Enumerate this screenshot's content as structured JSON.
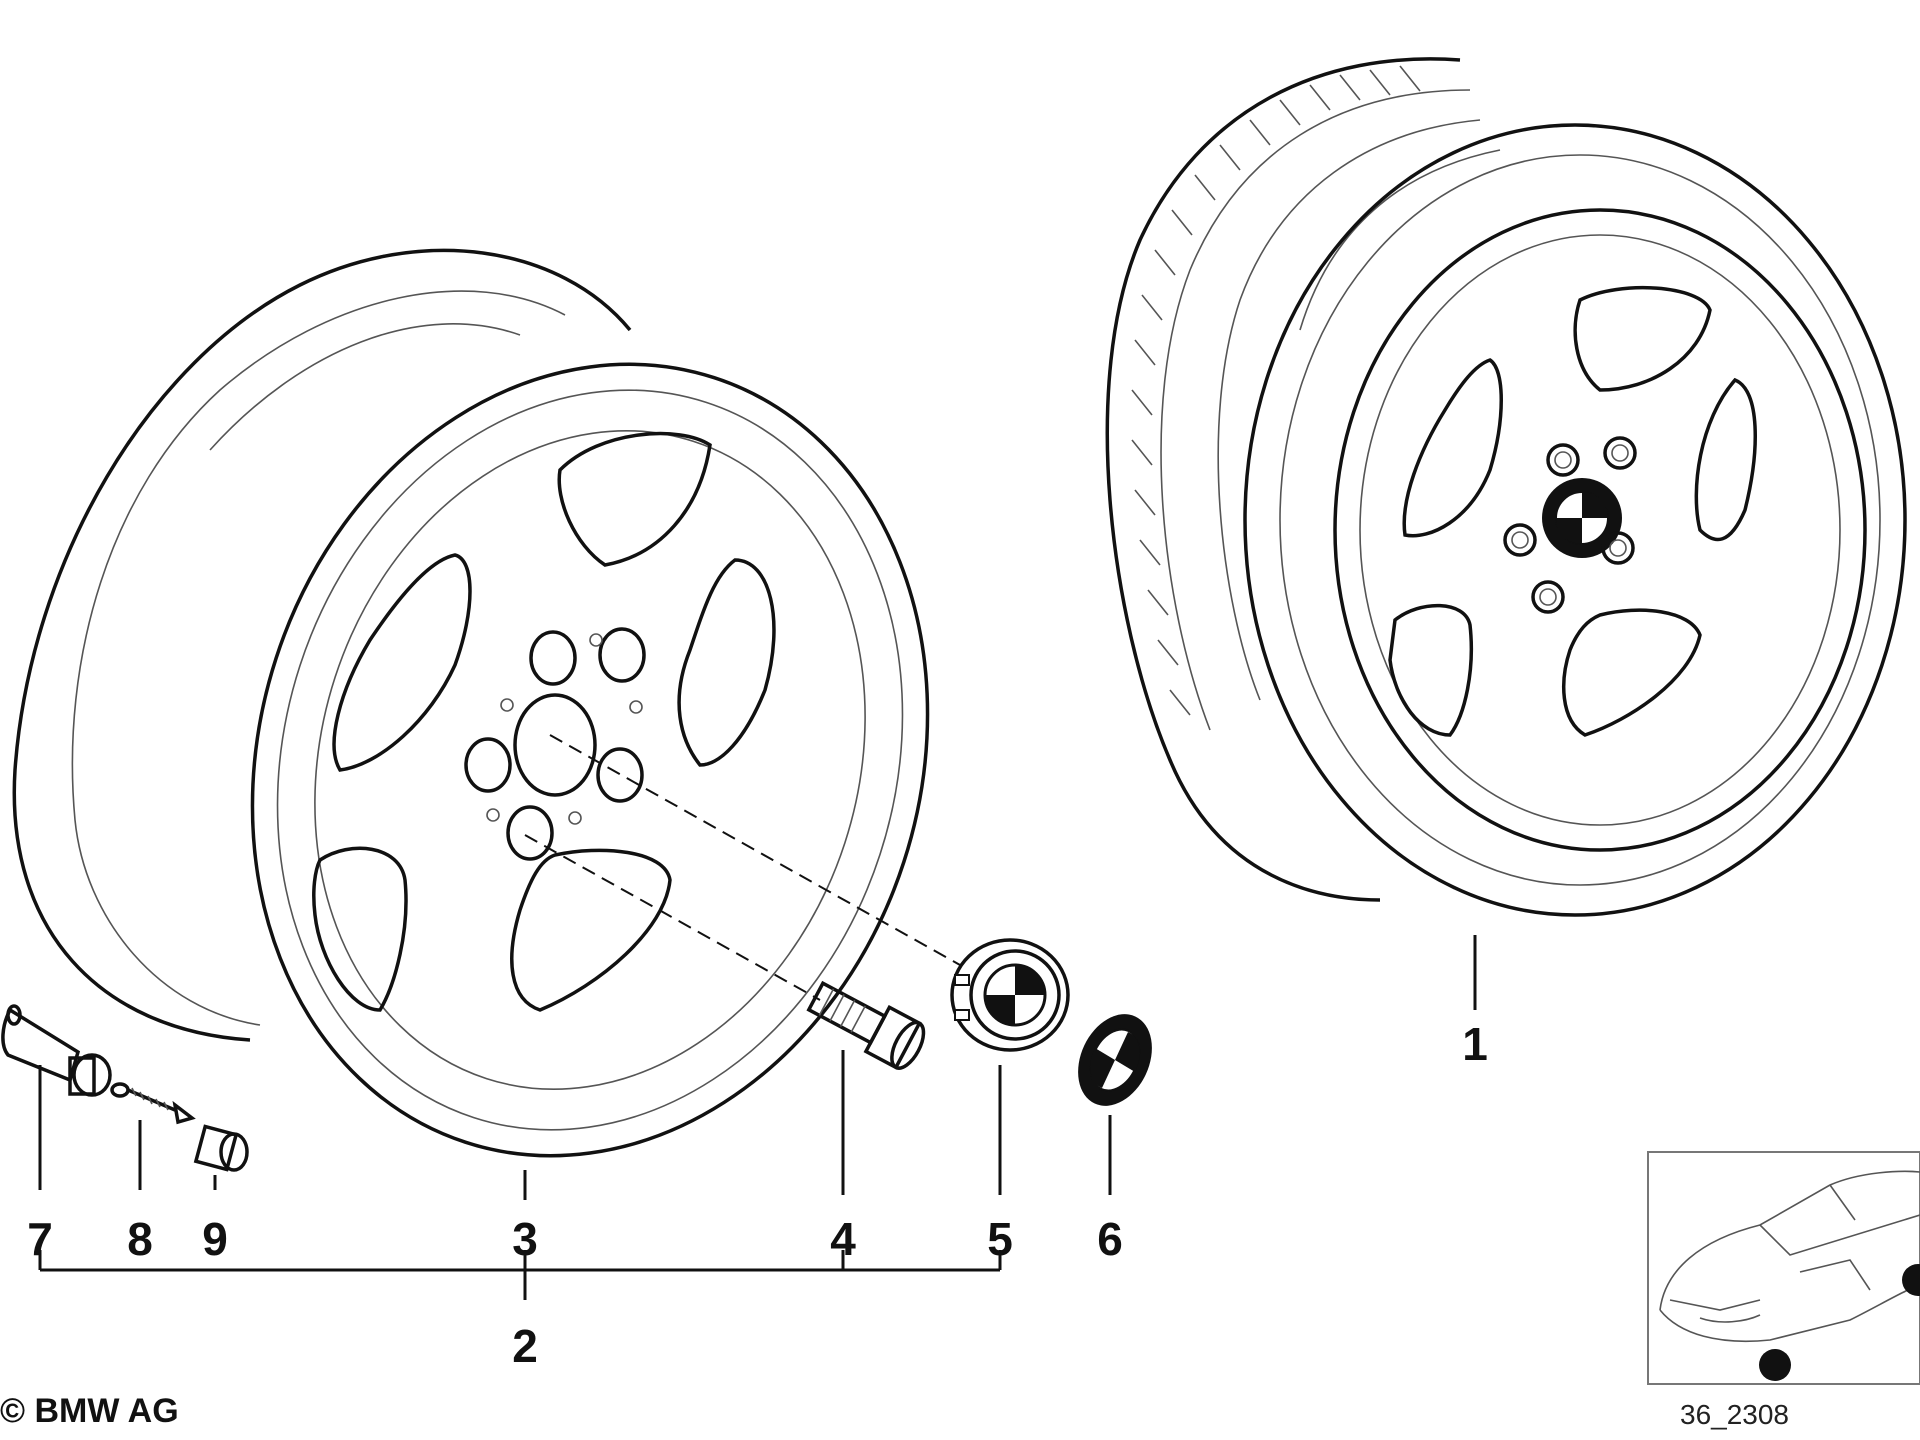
{
  "callouts": {
    "c1": "1",
    "c2": "2",
    "c3": "3",
    "c4": "4",
    "c5": "5",
    "c6": "6",
    "c7": "7",
    "c8": "8",
    "c9": "9"
  },
  "copyright": "© BMW AG",
  "diagram_id": "36_2308",
  "parts": [
    {
      "ref": "1",
      "name": "complete wheel with tyre"
    },
    {
      "ref": "3",
      "name": "light alloy rim"
    },
    {
      "ref": "4",
      "name": "wheel bolt"
    },
    {
      "ref": "5",
      "name": "hub cap"
    },
    {
      "ref": "6",
      "name": "emblem"
    },
    {
      "ref": "7",
      "name": "valve"
    },
    {
      "ref": "8",
      "name": "valve insert"
    },
    {
      "ref": "9",
      "name": "valve cap"
    }
  ]
}
